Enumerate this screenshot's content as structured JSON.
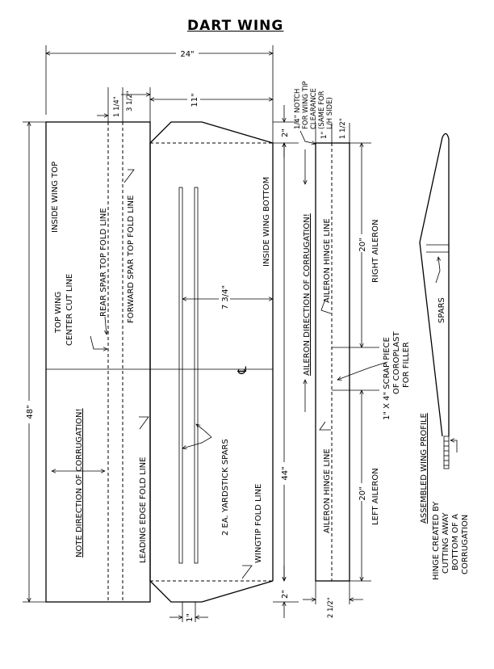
{
  "title": "DART WING",
  "dimensions": {
    "width_24": "24\"",
    "length_48": "48\"",
    "dim_1_1_4": "1 1/4\"",
    "dim_3_1_2": "3 1/2\"",
    "dim_11": "11\"",
    "dim_2_top": "2\"",
    "dim_2_bottom": "2\"",
    "dim_1_bottom": "1\"",
    "dim_7_3_4": "7 3/4\"",
    "dim_44": "44\"",
    "dim_1_aileron": "1\"",
    "dim_1_1_2_aileron": "1 1/2\"",
    "dim_20_right": "20\"",
    "dim_20_left": "20\"",
    "dim_2_1_2": "2 1/2\""
  },
  "labels": {
    "inside_wing_top": "INSIDE WING TOP",
    "inside_wing_bottom": "INSIDE WING BOTTOM",
    "top_wing": "TOP WING",
    "center_cut_line": "CENTER CUT LINE",
    "rear_spar": "REAR SPAR TOP FOLD LINE",
    "forward_spar": "FORWARD SPAR TOP FOLD LINE",
    "note_direction": "NOTE DIRECTION OF CORRUGATION!",
    "leading_edge": "LEADING EDGE FOLD LINE",
    "yardstick": "2 EA. YARDSTICK SPARS",
    "wingtip_fold": "WINGTIP FOLD LINE",
    "centerline_symbol": "℄",
    "notch_1": "1/4\" NOTCH",
    "notch_2": "FOR WING TIP",
    "notch_3": "CLEARANCE",
    "notch_4": "(SAME FOR",
    "notch_5": "L/H SIDE)",
    "aileron_direction": "AILERON DIRECTION OF CORRUGATION!",
    "aileron_hinge_top": "AILERON HINGE LINE",
    "aileron_hinge_bottom": "AILERON HINGE LINE",
    "right_aileron": "RIGHT AILERON",
    "left_aileron": "LEFT AILERON",
    "scrap_1": "1\" X 4\" SCRAP PIECE",
    "scrap_2": "OF COROPLAST",
    "scrap_3": "FOR FILLER",
    "spars": "SPARS",
    "assembled_profile": "ASSEMBLED WING PROFILE",
    "hinge_1": "HINGE CREATED BY",
    "hinge_2": "CUTTING AWAY",
    "hinge_3": "BOTTOM OF A",
    "hinge_4": "CORRUGATION"
  }
}
